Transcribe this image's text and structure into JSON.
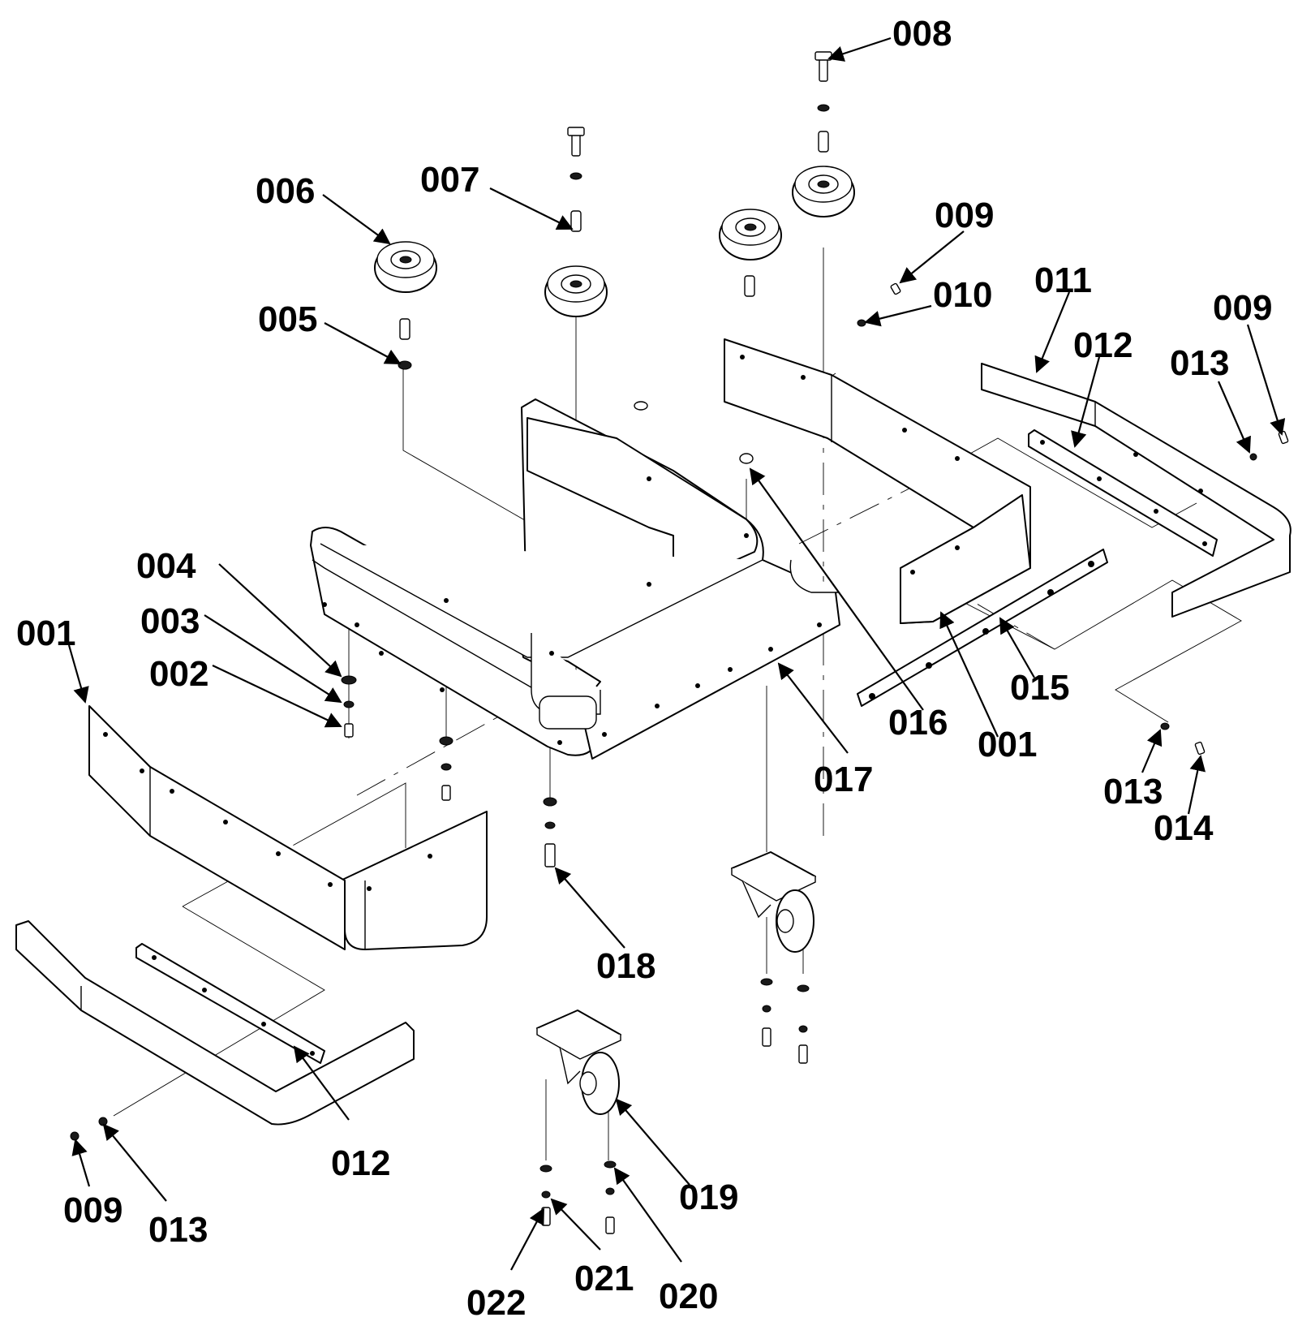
{
  "callouts": [
    {
      "label": "001"
    },
    {
      "label": "002"
    },
    {
      "label": "003"
    },
    {
      "label": "004"
    },
    {
      "label": "005"
    },
    {
      "label": "006"
    },
    {
      "label": "007"
    },
    {
      "label": "008"
    },
    {
      "label": "009"
    },
    {
      "label": "010"
    },
    {
      "label": "011"
    },
    {
      "label": "012"
    },
    {
      "label": "009"
    },
    {
      "label": "013"
    },
    {
      "label": "016"
    },
    {
      "label": "001"
    },
    {
      "label": "015"
    },
    {
      "label": "017"
    },
    {
      "label": "013"
    },
    {
      "label": "014"
    },
    {
      "label": "018"
    },
    {
      "label": "012"
    },
    {
      "label": "009"
    },
    {
      "label": "013"
    },
    {
      "label": "019"
    },
    {
      "label": "020"
    },
    {
      "label": "021"
    },
    {
      "label": "022"
    }
  ],
  "colors": {
    "ink": "#000000",
    "paper": "#ffffff"
  }
}
